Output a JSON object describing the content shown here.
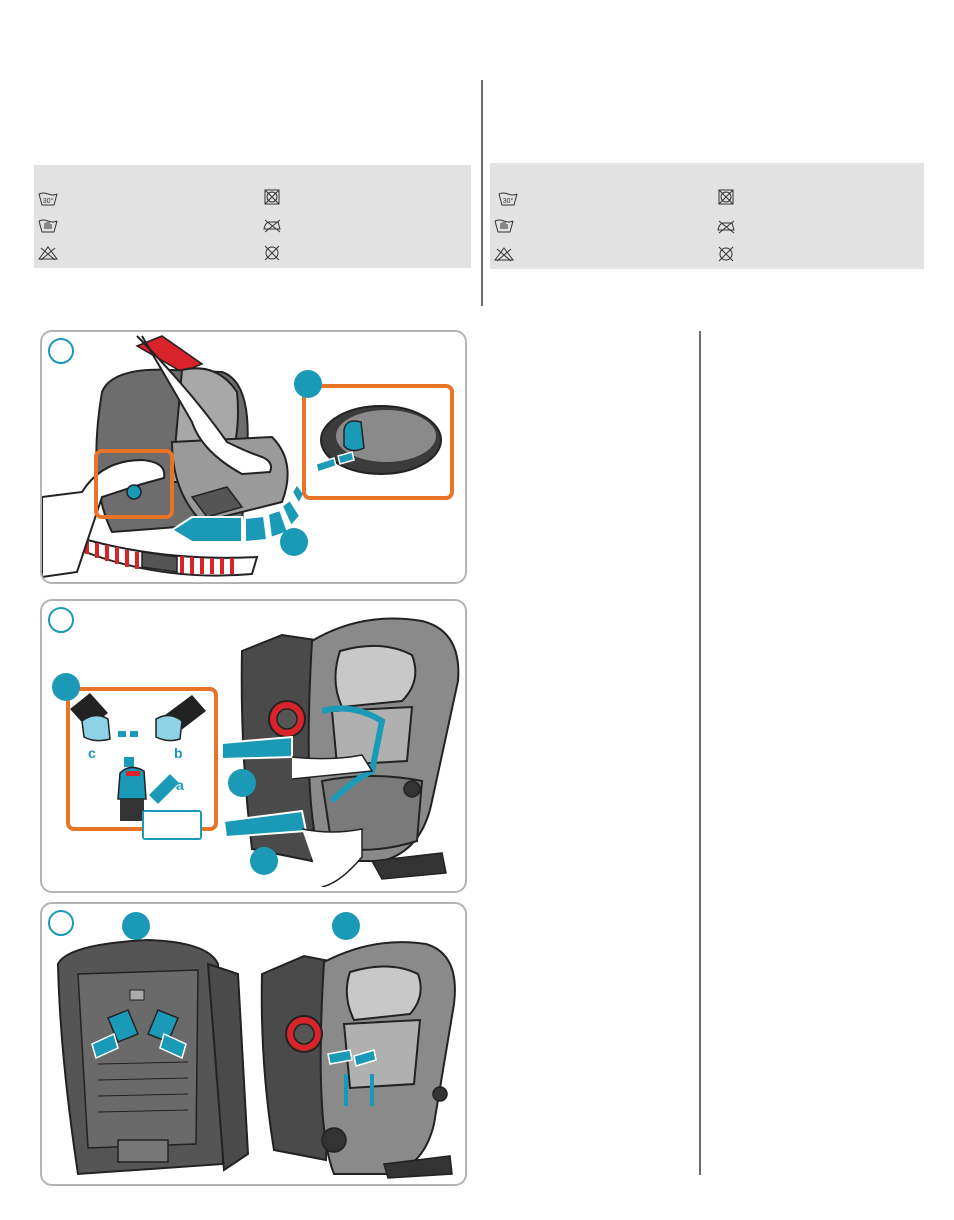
{
  "care_labels": {
    "left": {
      "row1": [
        "wash-30-icon",
        "no-tumble-dry-icon"
      ],
      "row2": [
        "hand-wash-icon",
        "no-iron-icon"
      ],
      "row3": [
        "no-bleach-icon",
        "no-dry-clean-icon"
      ]
    },
    "right": {
      "row1": [
        "wash-30-icon",
        "no-tumble-dry-icon"
      ],
      "row2": [
        "hand-wash-icon",
        "no-iron-icon"
      ],
      "row3": [
        "no-bleach-icon",
        "no-dry-clean-icon"
      ]
    },
    "wash_temp": "30°"
  },
  "step2": {
    "letters": {
      "c": "c",
      "b": "b",
      "a": "a"
    }
  },
  "colors": {
    "accent": "#1b9ab8",
    "highlight": "#e8742a",
    "seat_dark": "#4a4a4a",
    "seat_mid": "#8a8a8a",
    "seat_light": "#c8c8c8",
    "red": "#d8232a"
  }
}
